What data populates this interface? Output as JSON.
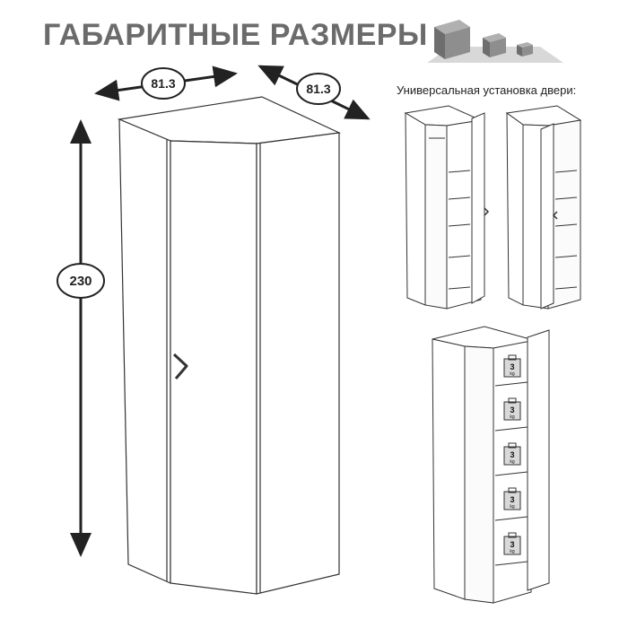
{
  "header": {
    "title": "ГАБАРИТНЫЕ РАЗМЕРЫ",
    "logo_icon": "cubes-icon"
  },
  "dimensions": {
    "width": "81.3",
    "depth": "81.3",
    "height": "230"
  },
  "door_note": "Универсальная установка двери:",
  "shelf_load": {
    "value": "3",
    "unit": "kg",
    "count": 5
  },
  "colors": {
    "title": "#6b6b6b",
    "line": "#333333",
    "cube_dark": "#7a7a7a",
    "cube_light": "#c9c9c9"
  }
}
